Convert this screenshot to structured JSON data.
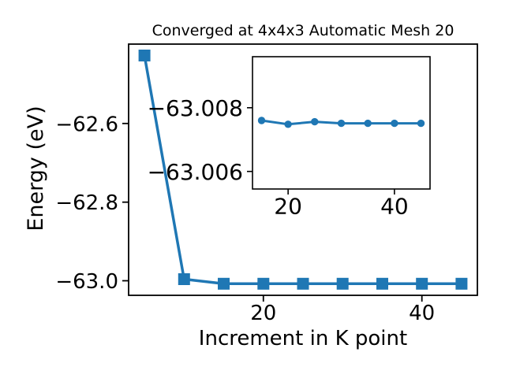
{
  "figure": {
    "background": "#ffffff",
    "text_color": "#000000",
    "line_color": "#1f77b4"
  },
  "chart_data": [
    {
      "id": "main",
      "type": "line",
      "title": "Converged at 4x4x3 Automatic Mesh 20",
      "xlabel": "Increment in K point",
      "ylabel": "Energy (eV)",
      "marker": "square",
      "line_color": "#1f77b4",
      "x": [
        5,
        10,
        15,
        20,
        25,
        30,
        35,
        40,
        45
      ],
      "y": [
        -62.427,
        -62.996,
        -63.0076,
        -63.00748,
        -63.00756,
        -63.00751,
        -63.00751,
        -63.00751,
        -63.00751
      ],
      "xlim": [
        3,
        47
      ],
      "ylim": [
        -63.037,
        -62.398
      ],
      "xticks": [
        20,
        40
      ],
      "xtick_labels": [
        "20",
        "40"
      ],
      "yticks": [
        -62.6,
        -62.8,
        -63.0
      ],
      "ytick_labels": [
        "−62.6",
        "−62.8",
        "−63.0"
      ],
      "grid": false,
      "legend": false
    },
    {
      "id": "inset",
      "type": "line",
      "title": "",
      "xlabel": "",
      "ylabel": "",
      "marker": "circle",
      "line_color": "#1f77b4",
      "y_axis_inverted": true,
      "x": [
        15,
        20,
        25,
        30,
        35,
        40,
        45
      ],
      "y": [
        -63.0076,
        -63.00748,
        -63.00756,
        -63.00751,
        -63.00751,
        -63.00751,
        -63.00751
      ],
      "xlim": [
        13.3,
        46.7
      ],
      "ylim": [
        -63.00545,
        -63.0096
      ],
      "xticks": [
        20,
        40
      ],
      "xtick_labels": [
        "20",
        "40"
      ],
      "yticks": [
        -63.008,
        -63.006
      ],
      "ytick_labels": [
        "−63.008",
        "−63.006"
      ],
      "grid": false,
      "legend": false
    }
  ]
}
